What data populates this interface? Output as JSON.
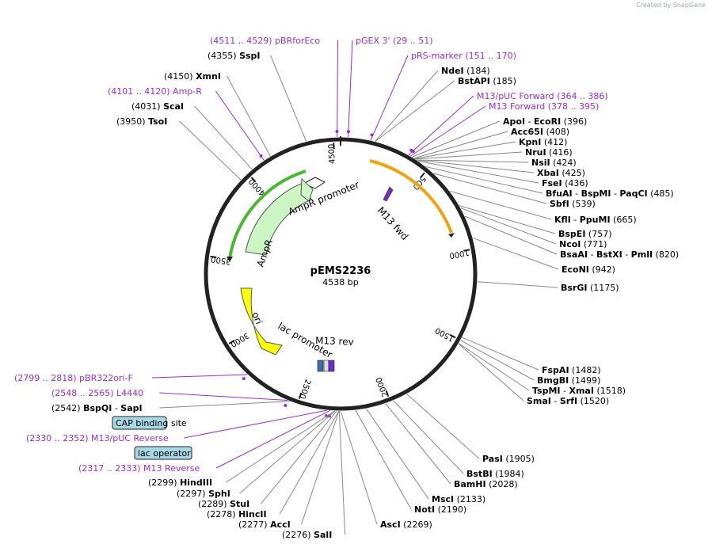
{
  "credit": "Created by SnapGene",
  "plasmid": {
    "name": "pEMS2236",
    "length_label": "4538 bp",
    "length": 4538
  },
  "ticks": [
    {
      "label": "500",
      "pos": 500
    },
    {
      "label": "1000",
      "pos": 1000
    },
    {
      "label": "1500",
      "pos": 1500
    },
    {
      "label": "2000",
      "pos": 2000
    },
    {
      "label": "2500",
      "pos": 2500
    },
    {
      "label": "3000",
      "pos": 3000
    },
    {
      "label": "3500",
      "pos": 3500
    },
    {
      "label": "4000",
      "pos": 4000
    },
    {
      "label": "4500",
      "pos": 4500
    }
  ],
  "features": [
    {
      "name": "AmpR promoter",
      "color": "#ffffff"
    },
    {
      "name": "AmpR",
      "color": "#ccf5c4"
    },
    {
      "name": "ori",
      "color": "#ffff00"
    },
    {
      "name": "lac promoter",
      "color": "#ffffff"
    },
    {
      "name": "M13 rev",
      "color": "#ffffff"
    },
    {
      "name": "M13 fwd",
      "color": "#9c2cd6"
    }
  ],
  "labels": [
    {
      "id": "pbrforeco",
      "parts": [
        {
          "t": "(4511 .. 4529)  pBRforEco",
          "c": "prim"
        }
      ],
      "pos": 4520
    },
    {
      "id": "pgex3",
      "parts": [
        {
          "t": "pGEX 3'",
          "c": "prim"
        },
        {
          "t": "   (29 .. 51)",
          "c": "prim"
        }
      ],
      "pos": 40
    },
    {
      "id": "prs",
      "parts": [
        {
          "t": "pRS-marker",
          "c": "prim"
        },
        {
          "t": "   (151 .. 170)",
          "c": "prim"
        }
      ],
      "pos": 160
    },
    {
      "id": "sspi",
      "parts": [
        {
          "t": "(4355)  ",
          "c": ""
        },
        {
          "t": "SspI",
          "c": "enz"
        }
      ],
      "pos": 4355
    },
    {
      "id": "ndei",
      "parts": [
        {
          "t": "NdeI",
          "c": "enz"
        },
        {
          "t": "   (184)",
          "c": ""
        }
      ],
      "pos": 184
    },
    {
      "id": "bstapi",
      "parts": [
        {
          "t": "BstAPI",
          "c": "enz"
        },
        {
          "t": "   (185)",
          "c": ""
        }
      ],
      "pos": 185
    },
    {
      "id": "xmni",
      "parts": [
        {
          "t": "(4150)  ",
          "c": ""
        },
        {
          "t": "XmnI",
          "c": "enz"
        }
      ],
      "pos": 4150
    },
    {
      "id": "m13pucf",
      "parts": [
        {
          "t": "M13/pUC Forward",
          "c": "prim"
        },
        {
          "t": "   (364 .. 386)",
          "c": "prim"
        }
      ],
      "pos": 375
    },
    {
      "id": "ampr",
      "parts": [
        {
          "t": "(4101 .. 4120)  Amp-R",
          "c": "prim"
        }
      ],
      "pos": 4110
    },
    {
      "id": "m13f",
      "parts": [
        {
          "t": "M13 Forward",
          "c": "prim"
        },
        {
          "t": "   (378 .. 395)",
          "c": "prim"
        }
      ],
      "pos": 386
    },
    {
      "id": "scai",
      "parts": [
        {
          "t": "(4031)  ",
          "c": ""
        },
        {
          "t": "ScaI",
          "c": "enz"
        }
      ],
      "pos": 4031
    },
    {
      "id": "apoi",
      "parts": [
        {
          "t": "ApoI",
          "c": "enz"
        },
        {
          "t": "  - ",
          "c": ""
        },
        {
          "t": "EcoRI",
          "c": "enz"
        },
        {
          "t": "   (396)",
          "c": ""
        }
      ],
      "pos": 396
    },
    {
      "id": "tsoi",
      "parts": [
        {
          "t": "(3950)  ",
          "c": ""
        },
        {
          "t": "TsoI",
          "c": "enz"
        }
      ],
      "pos": 3950
    },
    {
      "id": "acc65i",
      "parts": [
        {
          "t": "Acc65I",
          "c": "enz"
        },
        {
          "t": "   (408)",
          "c": ""
        }
      ],
      "pos": 408
    },
    {
      "id": "kpni",
      "parts": [
        {
          "t": "KpnI",
          "c": "enz"
        },
        {
          "t": "   (412)",
          "c": ""
        }
      ],
      "pos": 412
    },
    {
      "id": "nrui",
      "parts": [
        {
          "t": "NruI",
          "c": "enz"
        },
        {
          "t": "   (416)",
          "c": ""
        }
      ],
      "pos": 416
    },
    {
      "id": "nsii",
      "parts": [
        {
          "t": "NsiI",
          "c": "enz"
        },
        {
          "t": "   (424)",
          "c": ""
        }
      ],
      "pos": 424
    },
    {
      "id": "xbai",
      "parts": [
        {
          "t": "XbaI",
          "c": "enz"
        },
        {
          "t": "   (425)",
          "c": ""
        }
      ],
      "pos": 425
    },
    {
      "id": "fsei",
      "parts": [
        {
          "t": "FseI",
          "c": "enz"
        },
        {
          "t": "   (436)",
          "c": ""
        }
      ],
      "pos": 436
    },
    {
      "id": "bfuai",
      "parts": [
        {
          "t": "BfuAI",
          "c": "enz"
        },
        {
          "t": "  - ",
          "c": ""
        },
        {
          "t": "BspMI",
          "c": "enz"
        },
        {
          "t": "  - ",
          "c": ""
        },
        {
          "t": "PaqCI",
          "c": "enz"
        },
        {
          "t": "   (485)",
          "c": ""
        }
      ],
      "pos": 485
    },
    {
      "id": "sbfi",
      "parts": [
        {
          "t": "SbfI",
          "c": "enz"
        },
        {
          "t": "   (539)",
          "c": ""
        }
      ],
      "pos": 539
    },
    {
      "id": "kfli",
      "parts": [
        {
          "t": "KflI",
          "c": "enz"
        },
        {
          "t": "  - ",
          "c": ""
        },
        {
          "t": "PpuMI",
          "c": "enz"
        },
        {
          "t": "   (665)",
          "c": ""
        }
      ],
      "pos": 665
    },
    {
      "id": "bspei",
      "parts": [
        {
          "t": "BspEI",
          "c": "enz"
        },
        {
          "t": "   (757)",
          "c": ""
        }
      ],
      "pos": 757
    },
    {
      "id": "ncoi",
      "parts": [
        {
          "t": "NcoI",
          "c": "enz"
        },
        {
          "t": "   (771)",
          "c": ""
        }
      ],
      "pos": 771
    },
    {
      "id": "bsaai",
      "parts": [
        {
          "t": "BsaAI",
          "c": "enz"
        },
        {
          "t": "  - ",
          "c": ""
        },
        {
          "t": "BstXI",
          "c": "enz"
        },
        {
          "t": "  - ",
          "c": ""
        },
        {
          "t": "PmlI",
          "c": "enz"
        },
        {
          "t": "   (820)",
          "c": ""
        }
      ],
      "pos": 820
    },
    {
      "id": "econi",
      "parts": [
        {
          "t": "EcoNI",
          "c": "enz"
        },
        {
          "t": "   (942)",
          "c": ""
        }
      ],
      "pos": 942
    },
    {
      "id": "bsrgi",
      "parts": [
        {
          "t": "BsrGI",
          "c": "enz"
        },
        {
          "t": "   (1175)",
          "c": ""
        }
      ],
      "pos": 1175
    },
    {
      "id": "fspai",
      "parts": [
        {
          "t": "FspAI",
          "c": "enz"
        },
        {
          "t": "   (1482)",
          "c": ""
        }
      ],
      "pos": 1482
    },
    {
      "id": "bmgbi",
      "parts": [
        {
          "t": "BmgBI",
          "c": "enz"
        },
        {
          "t": "   (1499)",
          "c": ""
        }
      ],
      "pos": 1499
    },
    {
      "id": "tspmi",
      "parts": [
        {
          "t": "TspMI",
          "c": "enz"
        },
        {
          "t": "  - ",
          "c": ""
        },
        {
          "t": "XmaI",
          "c": "enz"
        },
        {
          "t": "   (1518)",
          "c": ""
        }
      ],
      "pos": 1518
    },
    {
      "id": "smai",
      "parts": [
        {
          "t": "SmaI",
          "c": "enz"
        },
        {
          "t": "  - ",
          "c": ""
        },
        {
          "t": "SrfI",
          "c": "enz"
        },
        {
          "t": "   (1520)",
          "c": ""
        }
      ],
      "pos": 1520
    },
    {
      "id": "pbr322",
      "parts": [
        {
          "t": "(2799 .. 2818)  pBR322ori-F",
          "c": "prim"
        }
      ],
      "pos": 2808
    },
    {
      "id": "l4440",
      "parts": [
        {
          "t": "(2548 .. 2565)  L4440",
          "c": "prim"
        }
      ],
      "pos": 2556
    },
    {
      "id": "bspqi",
      "parts": [
        {
          "t": "(2542)  ",
          "c": ""
        },
        {
          "t": "BspQI",
          "c": "enz"
        },
        {
          "t": "  - ",
          "c": ""
        },
        {
          "t": "SapI",
          "c": "enz"
        }
      ],
      "pos": 2542
    },
    {
      "id": "m13pucr",
      "parts": [
        {
          "t": "(2330 .. 2352)  M13/pUC Reverse",
          "c": "prim"
        }
      ],
      "pos": 2341
    },
    {
      "id": "m13r",
      "parts": [
        {
          "t": "(2317 .. 2333)  M13 Reverse",
          "c": "prim"
        }
      ],
      "pos": 2325
    },
    {
      "id": "pasi",
      "parts": [
        {
          "t": "PasI",
          "c": "enz"
        },
        {
          "t": "   (1905)",
          "c": ""
        }
      ],
      "pos": 1905
    },
    {
      "id": "bstbi",
      "parts": [
        {
          "t": "BstBI",
          "c": "enz"
        },
        {
          "t": "   (1984)",
          "c": ""
        }
      ],
      "pos": 1984
    },
    {
      "id": "bamhi",
      "parts": [
        {
          "t": "BamHI",
          "c": "enz"
        },
        {
          "t": "   (2028)",
          "c": ""
        }
      ],
      "pos": 2028
    },
    {
      "id": "msci",
      "parts": [
        {
          "t": "MscI",
          "c": "enz"
        },
        {
          "t": "   (2133)",
          "c": ""
        }
      ],
      "pos": 2133
    },
    {
      "id": "noti",
      "parts": [
        {
          "t": "NotI",
          "c": "enz"
        },
        {
          "t": "   (2190)",
          "c": ""
        }
      ],
      "pos": 2190
    },
    {
      "id": "asci",
      "parts": [
        {
          "t": "AscI",
          "c": "enz"
        },
        {
          "t": "   (2269)",
          "c": ""
        }
      ],
      "pos": 2269
    },
    {
      "id": "hindiii",
      "parts": [
        {
          "t": "(2299)  ",
          "c": ""
        },
        {
          "t": "HindIII",
          "c": "enz"
        }
      ],
      "pos": 2299
    },
    {
      "id": "sphi",
      "parts": [
        {
          "t": "(2297)  ",
          "c": ""
        },
        {
          "t": "SphI",
          "c": "enz"
        }
      ],
      "pos": 2297
    },
    {
      "id": "stui",
      "parts": [
        {
          "t": "(2289)  ",
          "c": ""
        },
        {
          "t": "StuI",
          "c": "enz"
        }
      ],
      "pos": 2289
    },
    {
      "id": "hincii",
      "parts": [
        {
          "t": "(2278)  ",
          "c": ""
        },
        {
          "t": "HincII",
          "c": "enz"
        }
      ],
      "pos": 2278
    },
    {
      "id": "acci",
      "parts": [
        {
          "t": "(2277)  ",
          "c": ""
        },
        {
          "t": "AccI",
          "c": "enz"
        }
      ],
      "pos": 2277
    },
    {
      "id": "sali",
      "parts": [
        {
          "t": "(2276)  ",
          "c": ""
        },
        {
          "t": "SalI",
          "c": "enz"
        }
      ],
      "pos": 2276
    }
  ],
  "boxed": [
    {
      "id": "cap",
      "text": "CAP binding site"
    },
    {
      "id": "lacop",
      "text": "lac operator"
    }
  ]
}
